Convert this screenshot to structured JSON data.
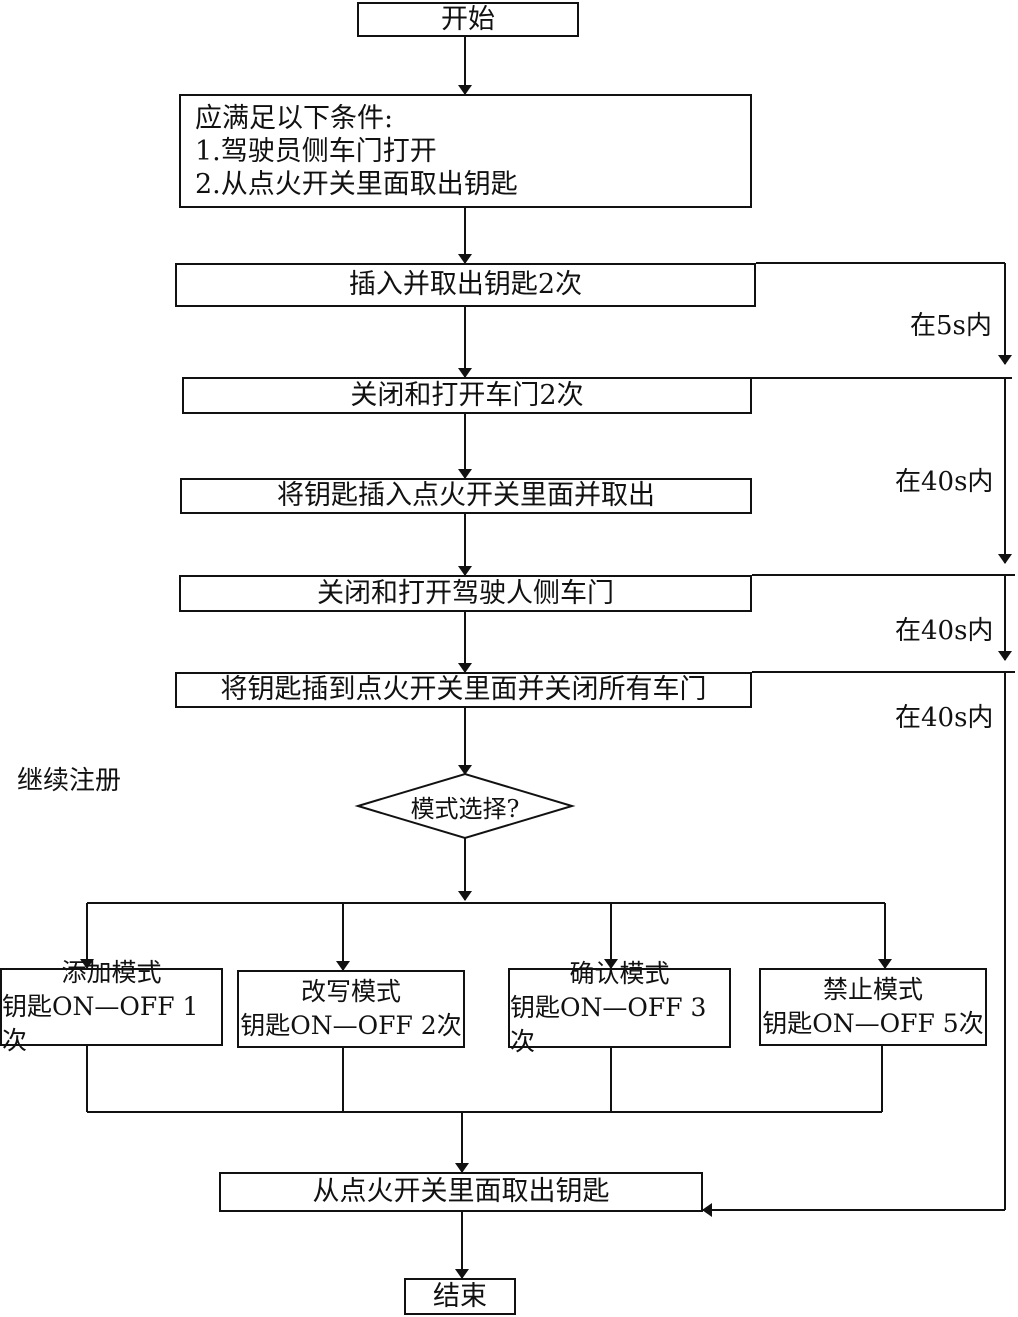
{
  "start": "开始",
  "conditions": {
    "title": "应满足以下条件:",
    "line1": "1.驾驶员侧车门打开",
    "line2": "2.从点火开关里面取出钥匙"
  },
  "steps": {
    "insert_remove_key": "插入并取出钥匙2次",
    "close_open_doors": "关闭和打开车门2次",
    "insert_remove_ignition": "将钥匙插入点火开关里面并取出",
    "close_open_driver_door": "关闭和打开驾驶人侧车门",
    "insert_close_all": "将钥匙插到点火开关里面并关闭所有车门",
    "remove_key": "从点火开关里面取出钥匙"
  },
  "timing": {
    "t1": "在5s内",
    "t2": "在40s内",
    "t3": "在40s内",
    "t4": "在40s内"
  },
  "continue_label": "继续注册",
  "decision": "模式选择?",
  "modes": [
    {
      "name": "添加模式",
      "action": "钥匙ON—OFF 1次"
    },
    {
      "name": "改写模式",
      "action": "钥匙ON—OFF 2次"
    },
    {
      "name": "确认模式",
      "action": "钥匙ON—OFF 3次"
    },
    {
      "name": "禁止模式",
      "action": "钥匙ON—OFF 5次"
    }
  ],
  "end": "结束"
}
